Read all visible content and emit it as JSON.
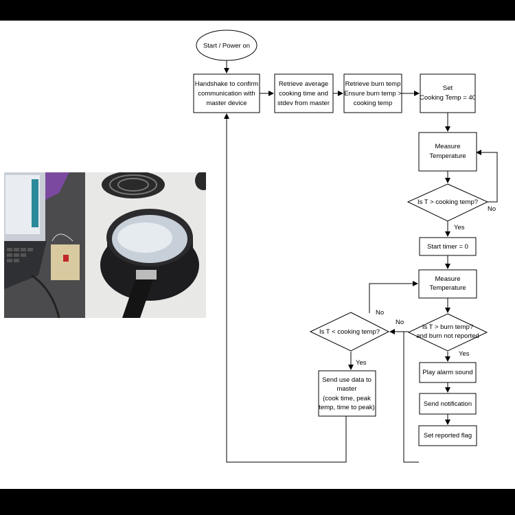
{
  "colors": {
    "frame": "#000000",
    "canvas": "#ffffff",
    "stroke": "#000000"
  },
  "photo": {
    "description_icon": "photo-icon"
  },
  "diagram": {
    "start": "Start / Power on",
    "handshake": [
      "Handshake to confirm",
      "communication with",
      "master device"
    ],
    "retrieve_avg": [
      "Retrieve average",
      "cooking time and",
      "stdev from master"
    ],
    "retrieve_burn": [
      "Retrieve burn temp",
      "Ensure burn temp >",
      "cooking temp"
    ],
    "set_cook": [
      "Set",
      "Cooking Temp = 40"
    ],
    "measure1": [
      "Measure",
      "Temperature"
    ],
    "dec1": "Is T > cooking temp?",
    "dec1_no": "No",
    "dec1_yes": "Yes",
    "start_timer": "Start timer = 0",
    "measure2": [
      "Measure",
      "Temperature"
    ],
    "dec2": [
      "Is T > burn temp?",
      "and burn not reported"
    ],
    "dec2_no": "No",
    "dec2_yes": "Yes",
    "alarm": "Play alarm sound",
    "notify": "Send notification",
    "flag": "Set reported flag",
    "dec3": "Is T < cooking temp?",
    "dec3_no": "No",
    "dec3_yes": "Yes",
    "send_data": [
      "Send use data to",
      "master",
      "(cook time, peak",
      "temp, time to peak)"
    ]
  }
}
